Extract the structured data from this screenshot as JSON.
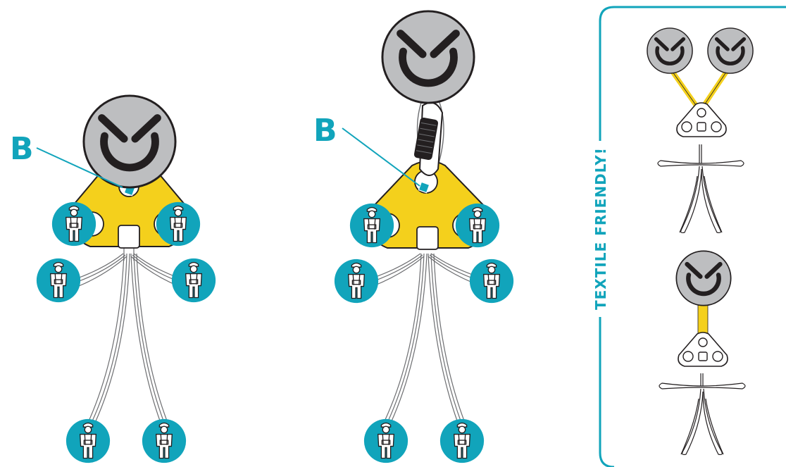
{
  "colors": {
    "accent": "#11A4BB",
    "yellow": "#F4D01C",
    "gray": "#BDBEC0",
    "dark": "#231F20",
    "line": "#6D6E71"
  },
  "left_diagram": {
    "callout": "B"
  },
  "middle_diagram": {
    "callout": "B"
  },
  "textile_panel": {
    "label": "TEXTILE FRIENDLY!"
  },
  "icons": [
    "anchor-dial-icon",
    "worker-harness-icon",
    "yellow-rigging-plate",
    "carabiner",
    "sling"
  ]
}
